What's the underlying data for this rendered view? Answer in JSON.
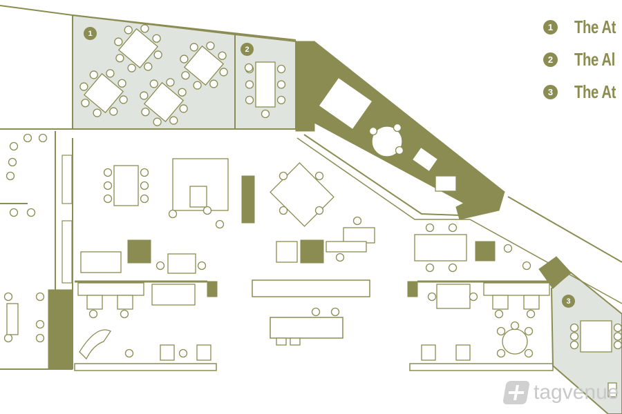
{
  "legend": [
    {
      "number": "1",
      "label": "The At"
    },
    {
      "number": "2",
      "label": "The Al"
    },
    {
      "number": "3",
      "label": "The At"
    }
  ],
  "room_markers": [
    "1",
    "2",
    "3"
  ],
  "watermark": "tagvenue",
  "colors": {
    "wall": "#8a8c52",
    "room_fill": "#dfe5de",
    "line": "#8a8c52"
  }
}
